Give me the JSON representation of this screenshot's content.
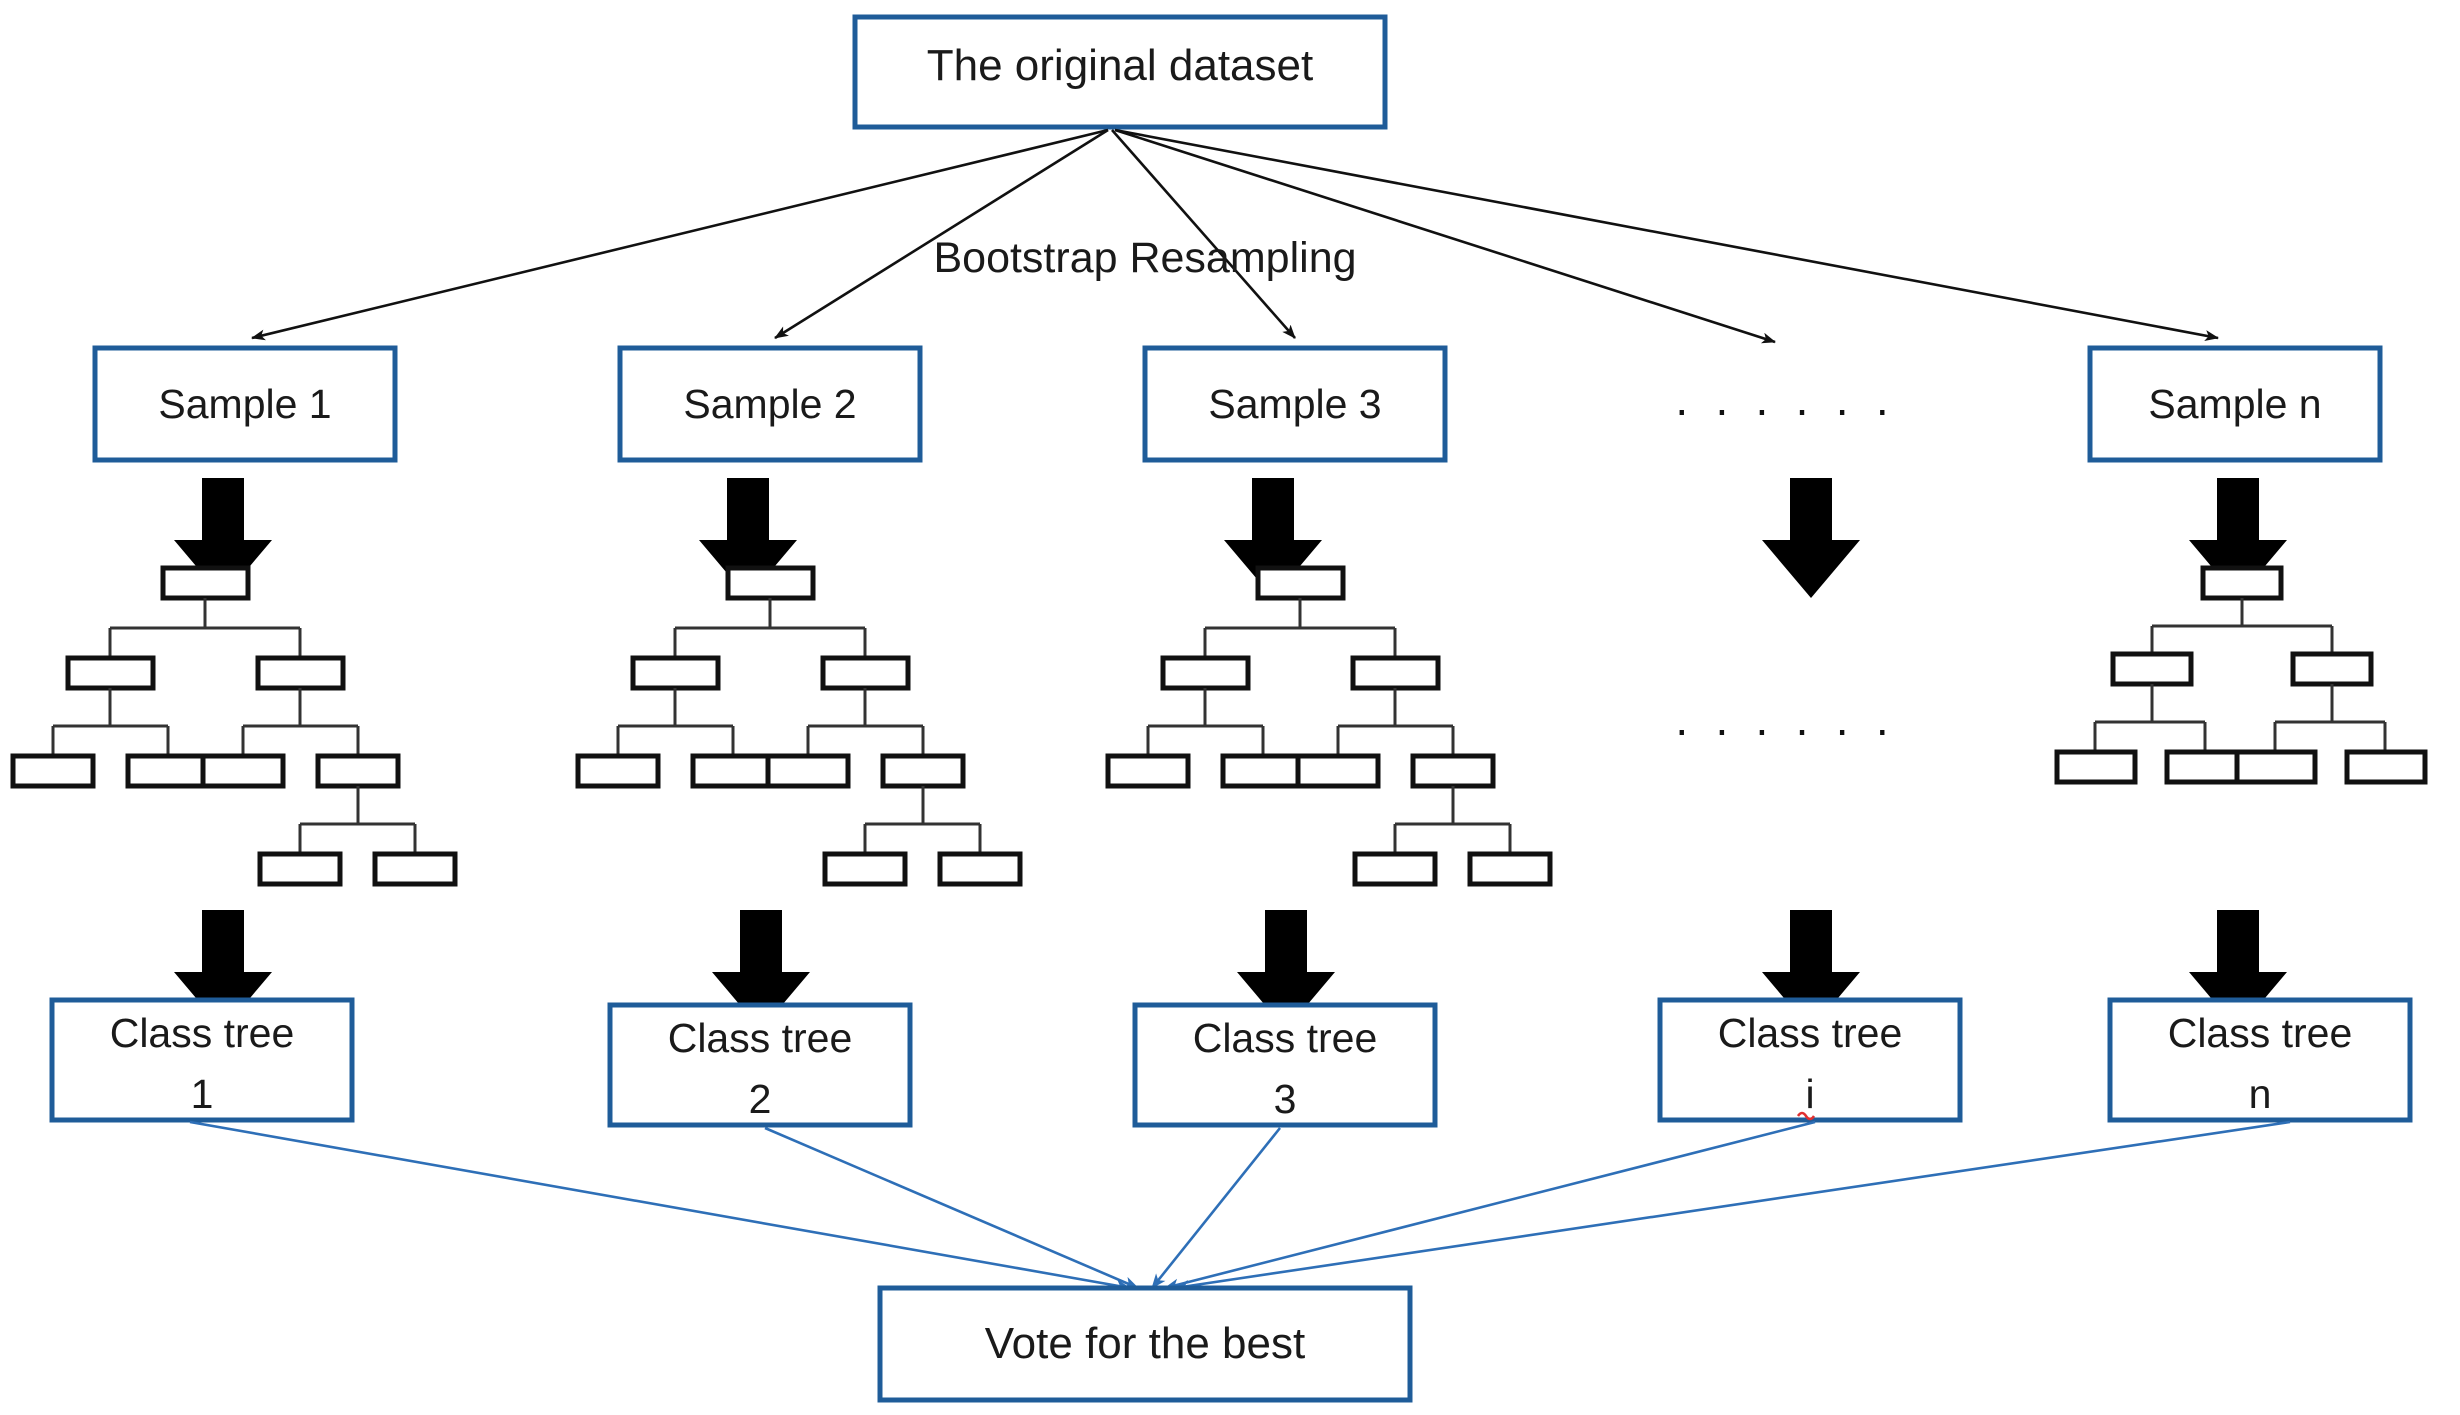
{
  "diagram": {
    "title": "Random Forest Bootstrap Aggregation Flow",
    "colors": {
      "box_border_blue": "#1F5C99",
      "node_border_black": "#111111",
      "vote_arrow_blue": "#2E6FB7",
      "fan_arrow_black": "#111111",
      "background": "#ffffff",
      "spellcheck_underline": "#e03030"
    },
    "root": {
      "label": "The original dataset"
    },
    "process_label": {
      "text": "Bootstrap Resampling"
    },
    "ellipsis": {
      "text": "· · · · · ·"
    },
    "columns": [
      {
        "sample_label": "Sample 1",
        "tree_label_line1": "Class tree",
        "tree_label_line2": "1",
        "has_tree": true,
        "tree_type": "deep",
        "is_ellipsis": false
      },
      {
        "sample_label": "Sample 2",
        "tree_label_line1": "Class tree",
        "tree_label_line2": "2",
        "has_tree": true,
        "tree_type": "deep",
        "is_ellipsis": false
      },
      {
        "sample_label": "Sample 3",
        "tree_label_line1": "Class tree",
        "tree_label_line2": "3",
        "has_tree": true,
        "tree_type": "deep",
        "is_ellipsis": false
      },
      {
        "sample_label": "",
        "tree_label_line1": "Class tree",
        "tree_label_line2": "i",
        "has_tree": false,
        "tree_type": "none",
        "is_ellipsis": true
      },
      {
        "sample_label": "Sample n",
        "tree_label_line1": "Class tree",
        "tree_label_line2": "n",
        "has_tree": true,
        "tree_type": "shallow",
        "is_ellipsis": false
      }
    ],
    "result": {
      "label": "Vote for the best"
    }
  }
}
